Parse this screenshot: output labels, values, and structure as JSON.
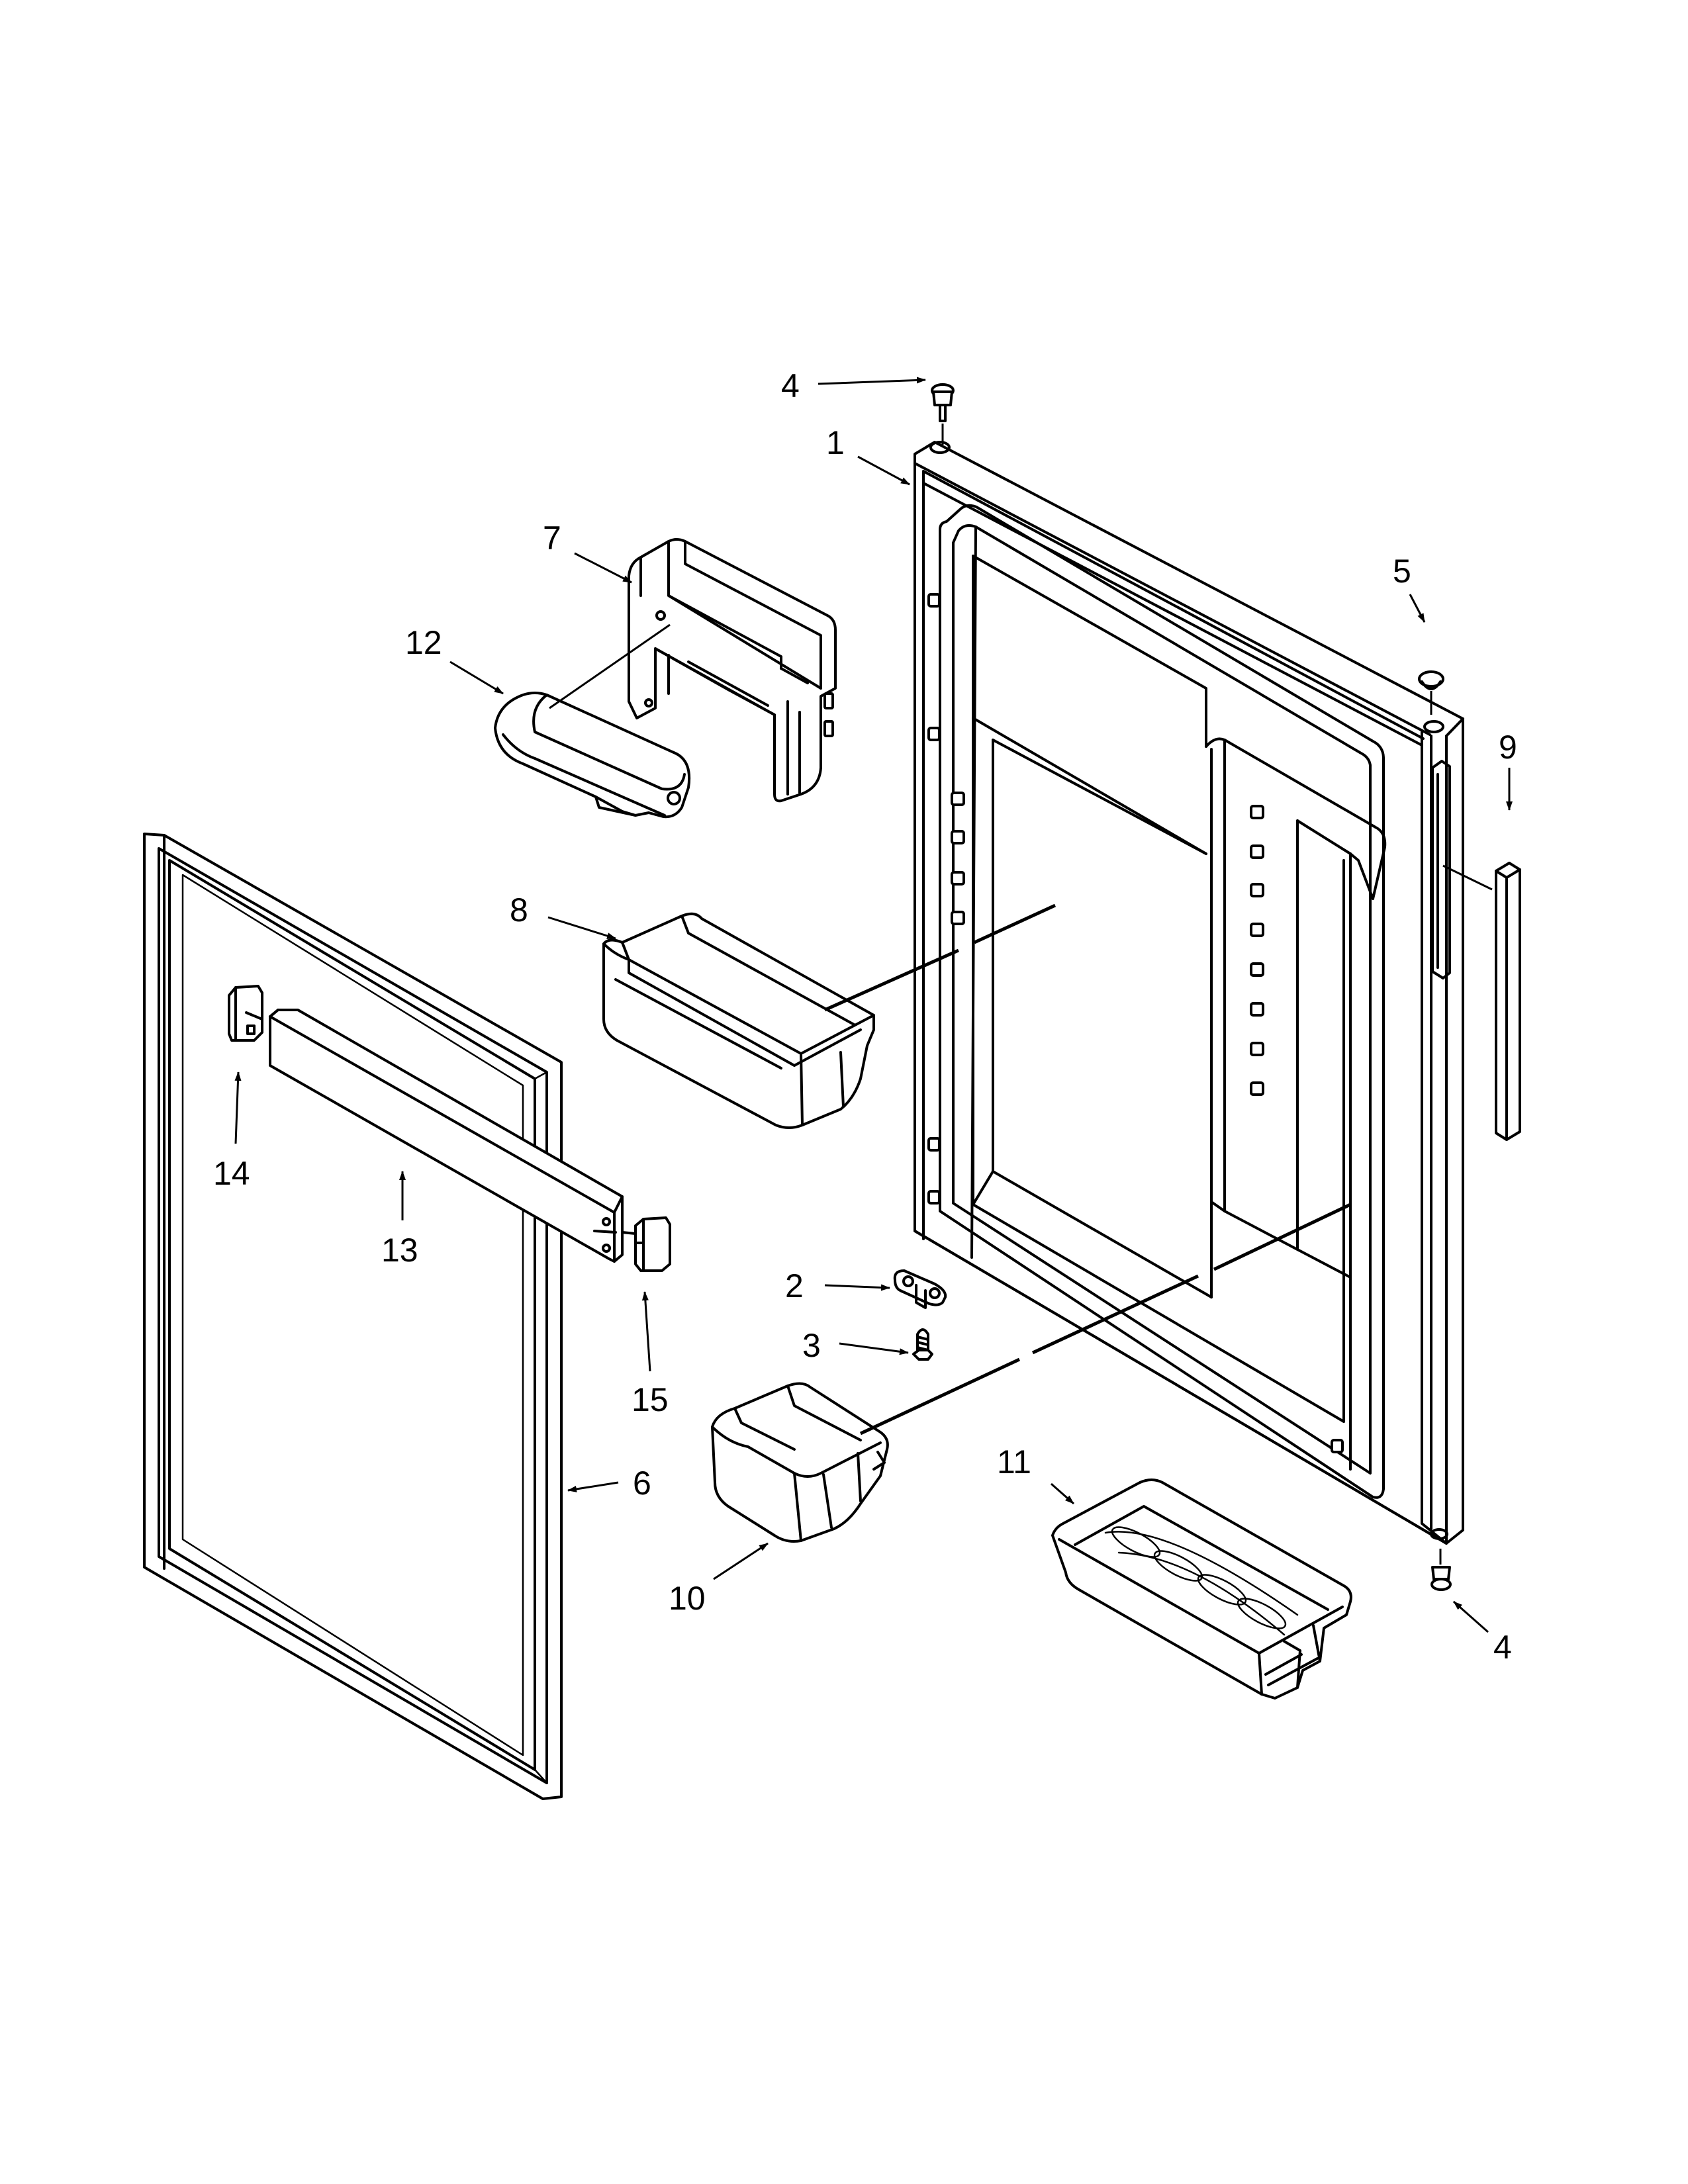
{
  "callouts": [
    {
      "id": "c4a",
      "text": "4"
    },
    {
      "id": "c1",
      "text": "1"
    },
    {
      "id": "c7",
      "text": "7"
    },
    {
      "id": "c12",
      "text": "12"
    },
    {
      "id": "c5",
      "text": "5"
    },
    {
      "id": "c9",
      "text": "9"
    },
    {
      "id": "c8",
      "text": "8"
    },
    {
      "id": "c14",
      "text": "14"
    },
    {
      "id": "c13",
      "text": "13"
    },
    {
      "id": "c2",
      "text": "2"
    },
    {
      "id": "c3",
      "text": "3"
    },
    {
      "id": "c15",
      "text": "15"
    },
    {
      "id": "c6",
      "text": "6"
    },
    {
      "id": "c11",
      "text": "11"
    },
    {
      "id": "c10",
      "text": "10"
    },
    {
      "id": "c4b",
      "text": "4"
    }
  ]
}
